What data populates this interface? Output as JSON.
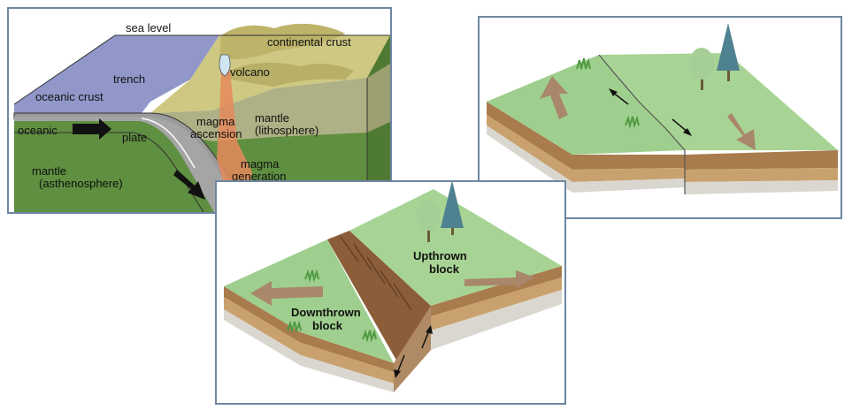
{
  "subduction": {
    "sea_level": "sea level",
    "continental_crust": "continental crust",
    "trench": "trench",
    "volcano": "volcano",
    "oceanic_crust": "oceanic crust",
    "oceanic_plate_1": "oceanic",
    "oceanic_plate_2": "plate",
    "magma_ascension_1": "magma",
    "magma_ascension_2": "ascension",
    "mantle_litho_1": "mantle",
    "mantle_litho_2": "(lithosphere)",
    "magma_generation_1": "magma",
    "magma_generation_2": "generation",
    "mantle_astheno_1": "mantle",
    "mantle_astheno_2": "(asthenosphere)"
  },
  "reverse_fault": {
    "upthrown_1": "Upthrown",
    "upthrown_2": "block",
    "downthrown_1": "Downthrown",
    "downthrown_2": "block"
  },
  "colors": {
    "sea": "#8f96c8",
    "land": "#c9c27a",
    "mantle": "#5b8c3e",
    "plate": "#9a9a9a",
    "grass": "#9fcf8e",
    "soil": "#a97c4e",
    "panel_border": "#6f86a3"
  }
}
